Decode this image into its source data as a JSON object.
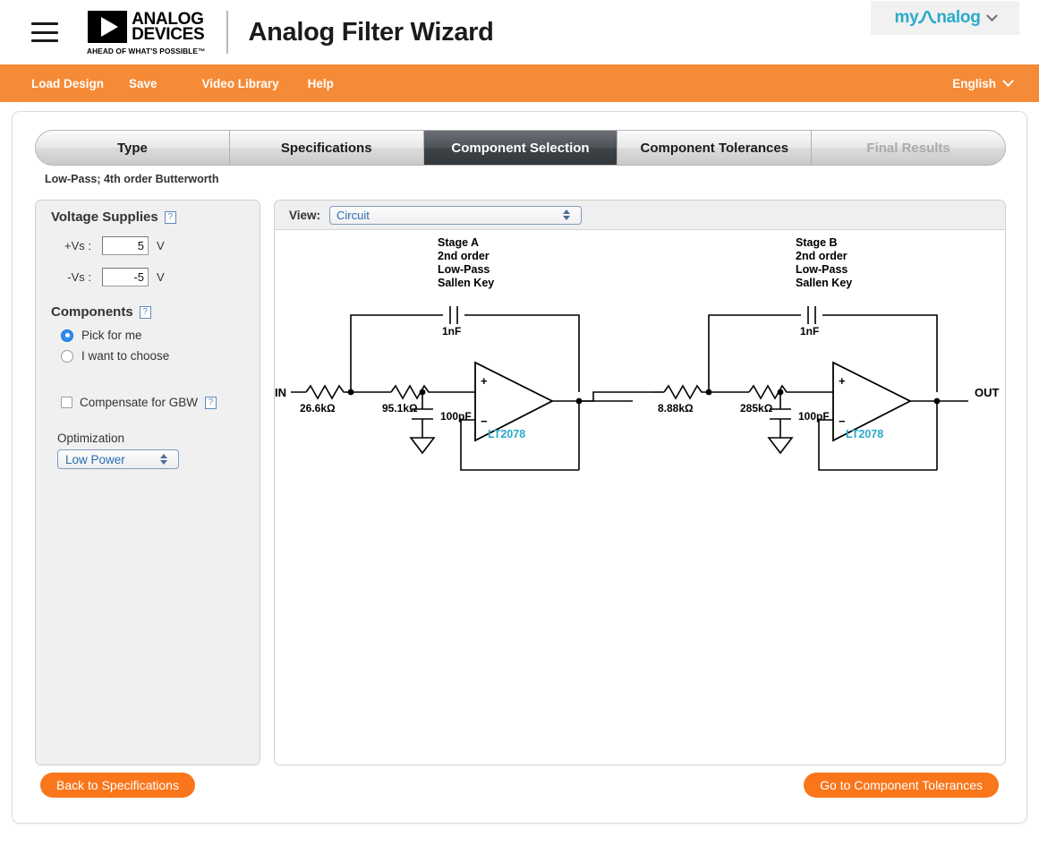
{
  "header": {
    "menu_icon": "hamburger-icon",
    "brand_line1": "ANALOG",
    "brand_line2": "DEVICES",
    "brand_tagline": "AHEAD OF WHAT'S POSSIBLE™",
    "app_title": "Analog Filter Wizard",
    "myanalog_label": "my∧nalog",
    "myanalog_prefix": "my",
    "myanalog_suffix": "nalog"
  },
  "nav": {
    "load_design": "Load Design",
    "save": "Save",
    "video_library": "Video Library",
    "help": "Help",
    "language": "English",
    "accent_color": "#f58b37"
  },
  "tabs": [
    {
      "label": "Type",
      "state": "enabled"
    },
    {
      "label": "Specifications",
      "state": "enabled"
    },
    {
      "label": "Component Selection",
      "state": "active"
    },
    {
      "label": "Component Tolerances",
      "state": "enabled"
    },
    {
      "label": "Final Results",
      "state": "disabled"
    }
  ],
  "subtitle": "Low-Pass; 4th order Butterworth",
  "sidebar": {
    "voltage_supplies": {
      "title": "Voltage Supplies",
      "help": "?",
      "rows": [
        {
          "label": "+Vs :",
          "value": "5",
          "unit": "V"
        },
        {
          "label": "-Vs :",
          "value": "-5",
          "unit": "V"
        }
      ]
    },
    "components": {
      "title": "Components",
      "help": "?",
      "options": [
        {
          "label": "Pick for me",
          "selected": true
        },
        {
          "label": "I want to choose",
          "selected": false
        }
      ],
      "checkbox": {
        "label": "Compensate for GBW",
        "checked": false,
        "help": "?"
      }
    },
    "optimization": {
      "label": "Optimization",
      "value": "Low Power"
    }
  },
  "view": {
    "label": "View:",
    "value": "Circuit"
  },
  "circuit": {
    "input_pin": "IN",
    "output_pin": "OUT",
    "stages": [
      {
        "name": "Stage A",
        "order": "2nd order",
        "response": "Low-Pass",
        "topology": "Sallen Key",
        "r1": "26.6kΩ",
        "r2": "95.1kΩ",
        "c_feedback": "1nF",
        "c_ground": "100pF",
        "opamp": "LT2078"
      },
      {
        "name": "Stage B",
        "order": "2nd order",
        "response": "Low-Pass",
        "topology": "Sallen Key",
        "r1": "8.88kΩ",
        "r2": "285kΩ",
        "c_feedback": "1nF",
        "c_ground": "100pF",
        "opamp": "LT2078"
      }
    ],
    "opamp_plus": "+",
    "opamp_minus": "−"
  },
  "footer": {
    "back_label": "Back to Specifications",
    "next_label": "Go to Component Tolerances"
  }
}
